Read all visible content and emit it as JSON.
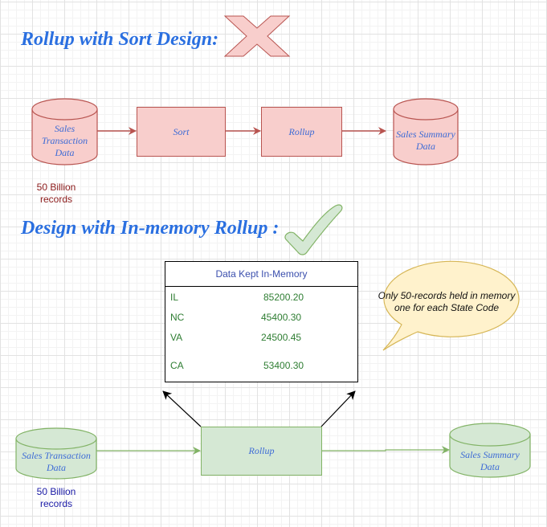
{
  "section1": {
    "heading": "Rollup with Sort Design:",
    "status_icon": "cross-icon",
    "source": {
      "label_lines": [
        "Sales",
        "Transaction",
        "Data"
      ],
      "note_lines": [
        "50 Billion",
        "records"
      ]
    },
    "steps": [
      {
        "label": "Sort"
      },
      {
        "label": "Rollup"
      }
    ],
    "target": {
      "label_lines": [
        "Sales Summary",
        "Data"
      ]
    }
  },
  "section2": {
    "heading": "Design with In-memory Rollup :",
    "status_icon": "checkmark-icon",
    "source": {
      "label_lines": [
        "Sales Transaction",
        "Data"
      ],
      "note_lines": [
        "50 Billion",
        "records"
      ]
    },
    "step": {
      "label": "Rollup"
    },
    "target": {
      "label_lines": [
        "Sales Summary",
        "Data"
      ]
    },
    "memory_table": {
      "title": "Data Kept In-Memory",
      "rows": [
        {
          "state": "IL",
          "value": "85200.20"
        },
        {
          "state": "NC",
          "value": "45400.30"
        },
        {
          "state": "VA",
          "value": "24500.45"
        },
        {
          "state": "CA",
          "value": "53400.30"
        }
      ]
    },
    "callout": {
      "lines": [
        "Only 50-records held in memory",
        "one for each State Code"
      ]
    }
  },
  "colors": {
    "heading": "#2a6fe0",
    "red_fill": "#f8cecc",
    "red_stroke": "#b85450",
    "green_fill": "#d5e8d4",
    "green_stroke": "#82b366",
    "callout_fill": "#fff2cc",
    "callout_stroke": "#d6b656"
  }
}
